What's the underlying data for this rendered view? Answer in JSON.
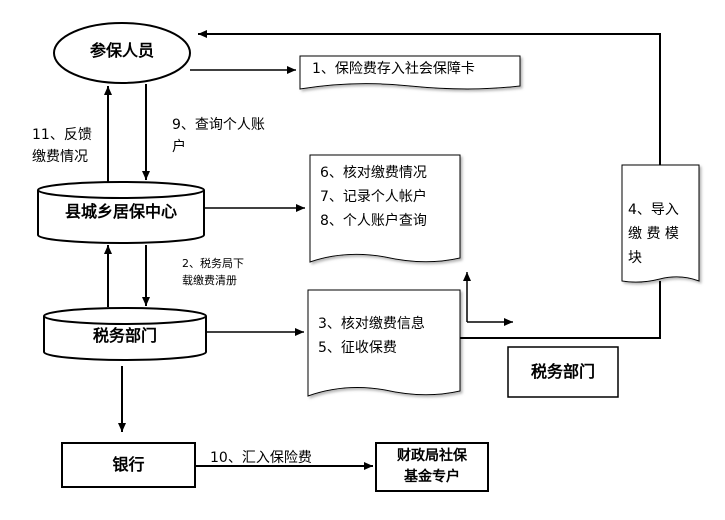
{
  "nodes": {
    "insured": "参保人员",
    "center": "县城乡居保中心",
    "tax_dept": "税务部门",
    "tax_dept_right": "税务部门",
    "bank": "银行",
    "fund_account": [
      "财政局社保",
      "基金专户"
    ]
  },
  "documents": {
    "doc1": [
      "1、保险费存入社会保障卡"
    ],
    "doc2": [
      "6、核对缴费情况",
      "7、记录个人帐户",
      "8、个人账户查询"
    ],
    "doc3": [
      "3、核对缴费信息",
      "5、征收保费"
    ],
    "doc4": [
      "4、导入",
      "缴 费 模",
      "块"
    ]
  },
  "edge_labels": {
    "feedback": [
      "11、反馈",
      "缴费情况"
    ],
    "query": [
      "9、查询个人账",
      "户"
    ],
    "download": [
      "2、税务局下",
      "载缴费清册"
    ],
    "remit": "10、汇入保险费"
  }
}
